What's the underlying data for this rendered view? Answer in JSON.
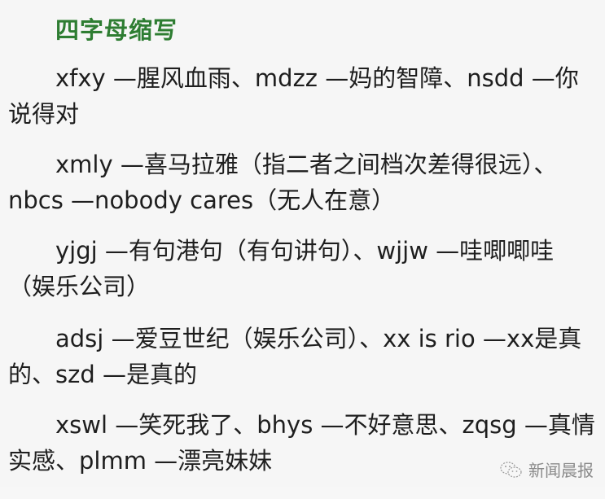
{
  "heading": "四字母缩写",
  "paragraphs": [
    "xfxy —腥风血雨、mdzz —妈的智障、nsdd —你说得对",
    "xmly —喜马拉雅（指二者之间档次差得很远）、nbcs —nobody cares（无人在意）",
    "yjgj —有句港句（有句讲句）、wjjw —哇唧唧哇（娱乐公司）",
    "adsj —爱豆世纪（娱乐公司）、xx is rio —xx是真的、szd —是真的",
    "xswl —笑死我了、bhys —不好意思、zqsg —真情实感、plmm —漂亮妹妹"
  ],
  "watermark": {
    "icon": "wechat-icon",
    "text": "新闻晨报"
  },
  "colors": {
    "heading": "#2e7d32",
    "text": "#1e1e1e",
    "background": "#f6f6f6",
    "watermark": "#8a8a8a"
  }
}
